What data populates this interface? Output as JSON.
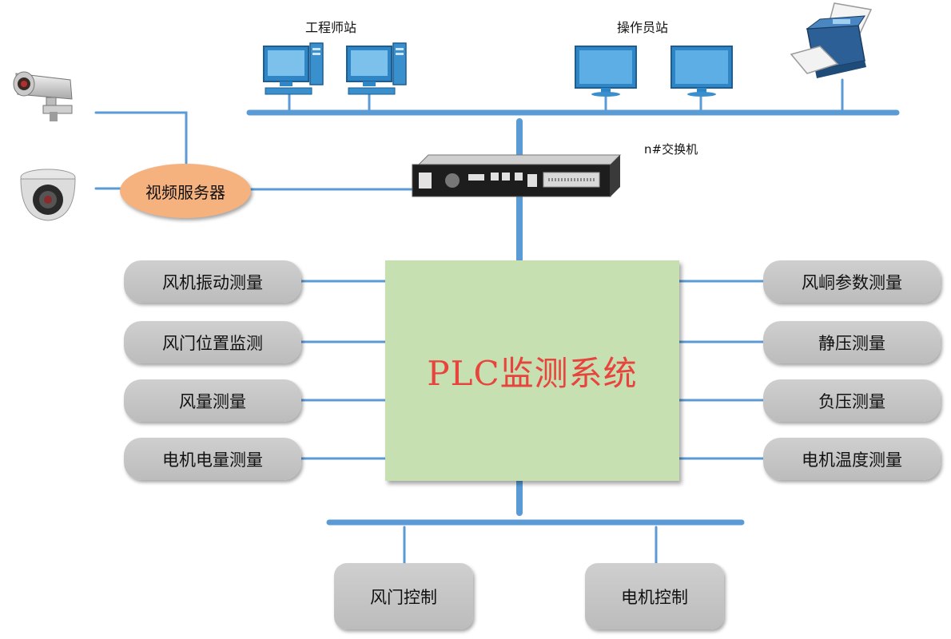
{
  "labels": {
    "engineer_station": "工程师站",
    "operator_station": "操作员站",
    "switch": "n#交换机",
    "video_server": "视频服务器",
    "plc_system": "PLC监测系统"
  },
  "left_items": [
    "风机振动测量",
    "风门位置监测",
    "风量测量",
    "电机电量测量"
  ],
  "right_items": [
    "风峒参数测量",
    "静压测量",
    "负压测量",
    "电机温度测量"
  ],
  "bottom_items": [
    "风门控制",
    "电机控制"
  ],
  "colors": {
    "bus": "#5b9bd5",
    "plc_fill": "#c6e0b1",
    "plc_text": "#e8433c",
    "pill": "#c4c4c4",
    "video_server": "#f5b27f",
    "monitor": "#3a8fcd"
  }
}
